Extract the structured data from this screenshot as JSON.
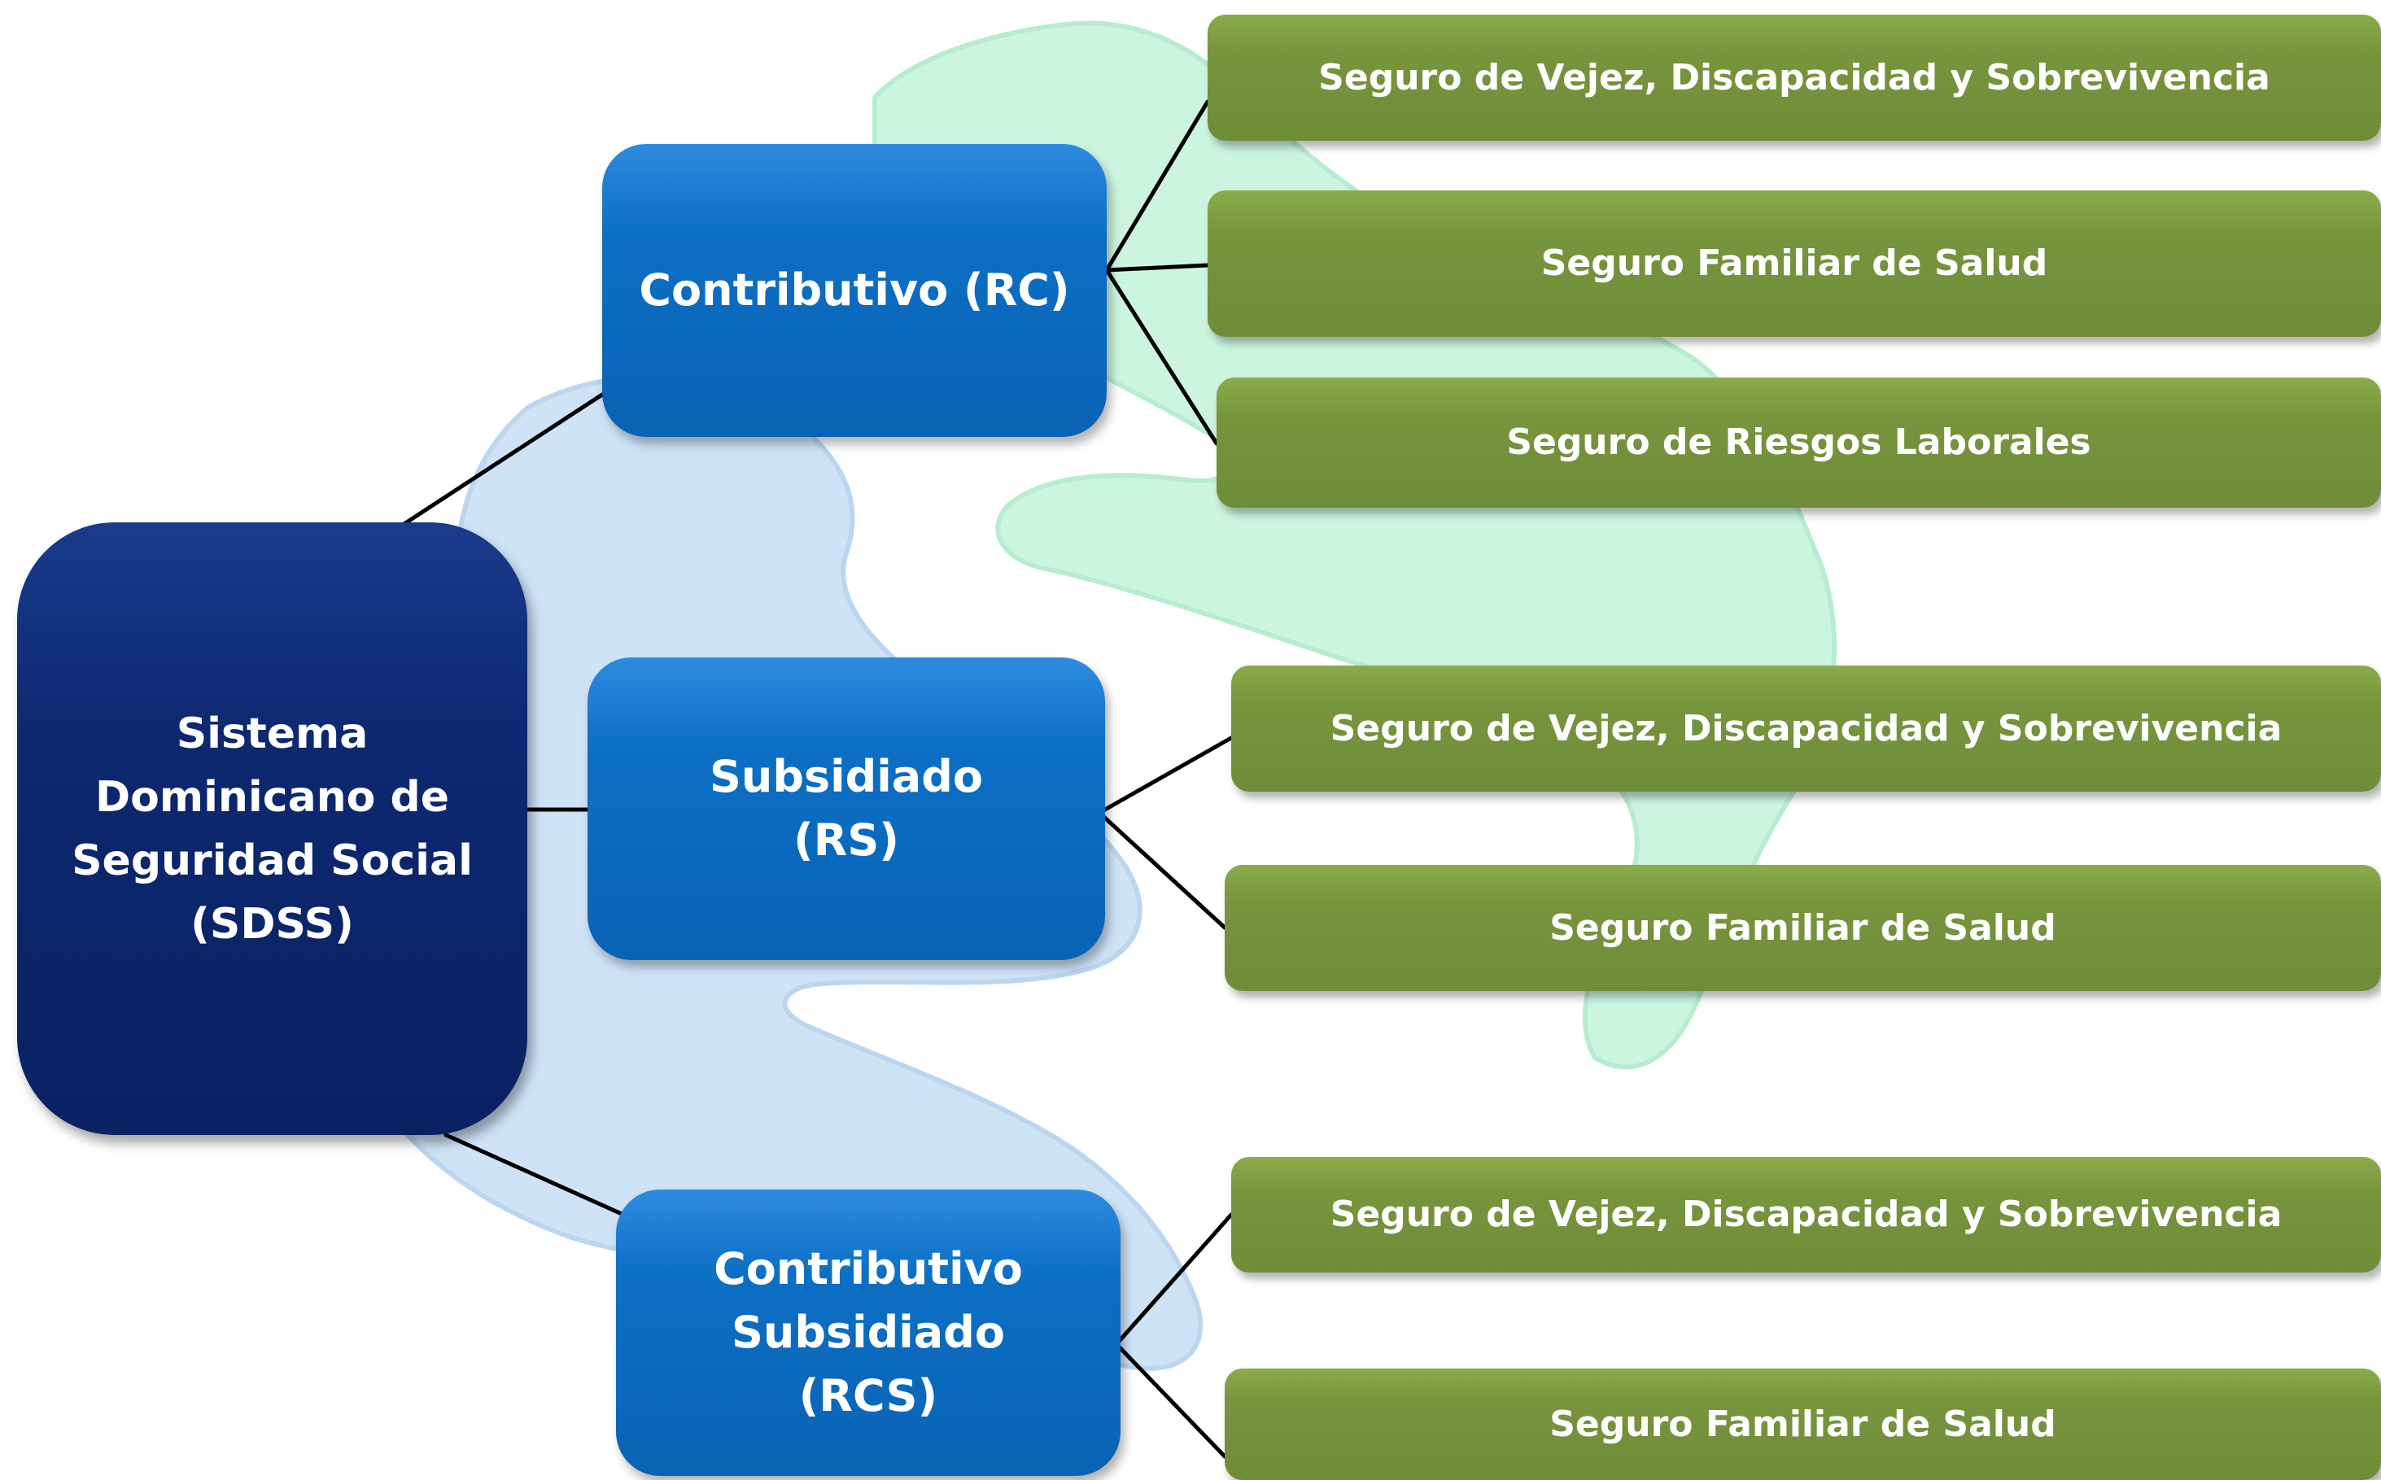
{
  "diagram": {
    "root": {
      "label": "Sistema Dominicano de Seguridad Social (SDSS)",
      "lines": [
        "Sistema",
        "Dominicano de",
        "Seguridad Social",
        "(SDSS)"
      ]
    },
    "regimes": [
      {
        "id": "rc",
        "lines": [
          "Contributivo (RC)"
        ],
        "insurances": [
          "Seguro de Vejez, Discapacidad y  Sobrevivencia",
          "Seguro Familiar de Salud",
          "Seguro de Riesgos Laborales"
        ]
      },
      {
        "id": "rs",
        "lines": [
          "Subsidiado",
          "(RS)"
        ],
        "insurances": [
          "Seguro de Vejez, Discapacidad y  Sobrevivencia",
          "Seguro Familiar de Salud"
        ]
      },
      {
        "id": "rcs",
        "lines": [
          "Contributivo",
          "Subsidiado",
          "(RCS)"
        ],
        "insurances": [
          "Seguro de Vejez, Discapacidad y  Sobrevivencia",
          "Seguro Familiar de Salud"
        ]
      }
    ]
  },
  "colors": {
    "root_fill": "#0a2262",
    "regime_fill": "#0a63b4",
    "insurance_fill": "#77953d",
    "connector": "#000000",
    "background_hand_green": "#ccf5e0",
    "background_hand_blue": "#cfe3f7"
  }
}
